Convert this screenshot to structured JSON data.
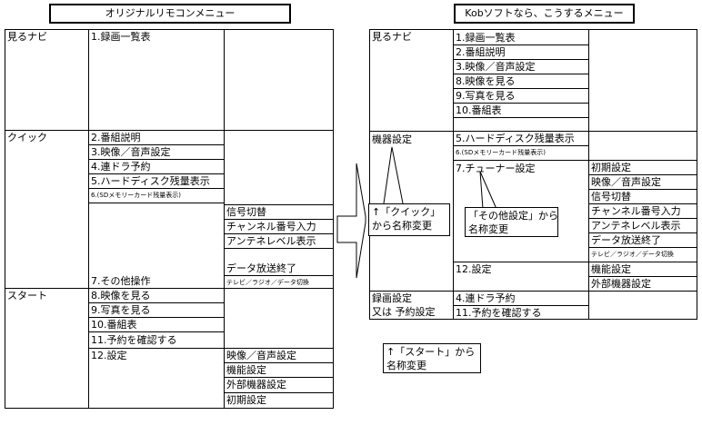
{
  "titles": {
    "left": "オリジナルリモコンメニュー",
    "right": "Kobソフトなら、こうするメニュー"
  },
  "left": {
    "categories": [
      "見るナビ",
      "クイック",
      "スタート"
    ],
    "items": [
      "1.録画一覧表",
      "2.番組説明",
      "3.映像／音声設定",
      "4.連ドラ予約",
      "5.ハードディスク残量表示",
      "6.(SDメモリーカード残量表示)",
      "7.その他操作",
      "8.映像を見る",
      "9.写真を見る",
      "10.番組表",
      "11.予約を確認する",
      "12.設定"
    ],
    "quick_sub": [
      "信号切替",
      "チャンネル番号入力",
      "アンテネレベル表示",
      "データ放送終了",
      "テレビ／ラジオ／データ切換"
    ],
    "settings_sub": [
      "映像／音声設定",
      "機能設定",
      "外部機器設定",
      "初期設定"
    ]
  },
  "right": {
    "categories": [
      "見るナビ",
      "機器設定",
      "録画設定",
      "又は 予約設定"
    ],
    "items": [
      "1.録画一覧表",
      "2.番組説明",
      "3.映像／音声設定",
      "8.映像を見る",
      "9.写真を見る",
      "10.番組表",
      "5.ハードディスク残量表示",
      "6.(SDメモリーカード残量表示)",
      "7.チューナー設定",
      "12.設定",
      "4.連ドラ予約",
      "11.予約を確認する"
    ],
    "tuner_sub": [
      "初期設定",
      "映像／音声設定",
      "信号切替",
      "チャンネル番号入力",
      "アンテネレベル表示",
      "データ放送終了",
      "テレビ／ラジオ／データ切換"
    ],
    "settings_sub": [
      "機能設定",
      "外部機器設定"
    ]
  },
  "notes": {
    "quick_rename": "↑「クイック」\nから名称変更",
    "other_rename": "「その他設定」から\n名称変更",
    "start_rename": "↑「スタート」から\n名称変更"
  }
}
